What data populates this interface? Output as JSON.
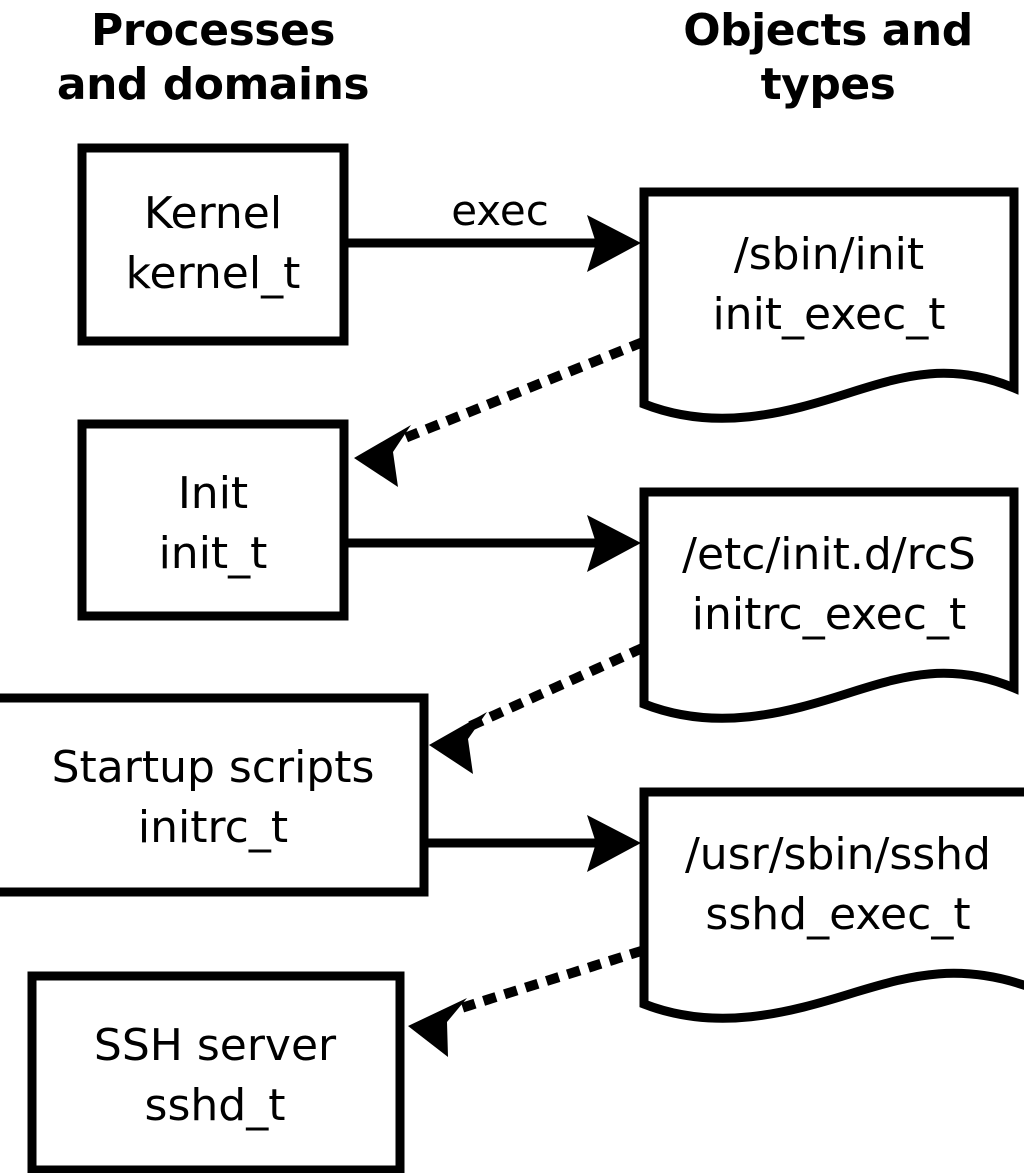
{
  "title": "SELinux process domains and object types transition diagram",
  "columns": [
    {
      "id": "left",
      "line1": "Processes",
      "line2": "and domains"
    },
    {
      "id": "right",
      "line1": "Objects and",
      "line2": "types"
    }
  ],
  "process_nodes": [
    {
      "id": "kernel",
      "name": "Kernel",
      "type": "kernel_t"
    },
    {
      "id": "init",
      "name": "Init",
      "type": "init_t"
    },
    {
      "id": "initrc",
      "name": "Startup scripts",
      "type": "initrc_t"
    },
    {
      "id": "sshd",
      "name": "SSH server",
      "type": "sshd_t"
    }
  ],
  "object_nodes": [
    {
      "id": "init_exec",
      "path": "/sbin/init",
      "type": "init_exec_t"
    },
    {
      "id": "initrc_exec",
      "path": "/etc/init.d/rcS",
      "type": "initrc_exec_t"
    },
    {
      "id": "sshd_exec",
      "path": "/usr/sbin/sshd",
      "type": "sshd_exec_t"
    }
  ],
  "edges": [
    {
      "id": "kernel-exec-init_exec",
      "from": "kernel",
      "to": "init_exec",
      "style": "solid",
      "label": "exec"
    },
    {
      "id": "init_exec-transition-init",
      "from": "init_exec",
      "to": "init",
      "style": "dotted",
      "label": ""
    },
    {
      "id": "init-exec-initrc_exec",
      "from": "init",
      "to": "initrc_exec",
      "style": "solid",
      "label": ""
    },
    {
      "id": "initrc_exec-transition-initrc",
      "from": "initrc_exec",
      "to": "initrc",
      "style": "dotted",
      "label": ""
    },
    {
      "id": "initrc-exec-sshd_exec",
      "from": "initrc",
      "to": "sshd_exec",
      "style": "solid",
      "label": ""
    },
    {
      "id": "sshd_exec-transition-sshd",
      "from": "sshd_exec",
      "to": "sshd",
      "style": "dotted",
      "label": ""
    }
  ],
  "colors": {
    "stroke": "#000000",
    "fill": "#ffffff",
    "text": "#000000"
  }
}
